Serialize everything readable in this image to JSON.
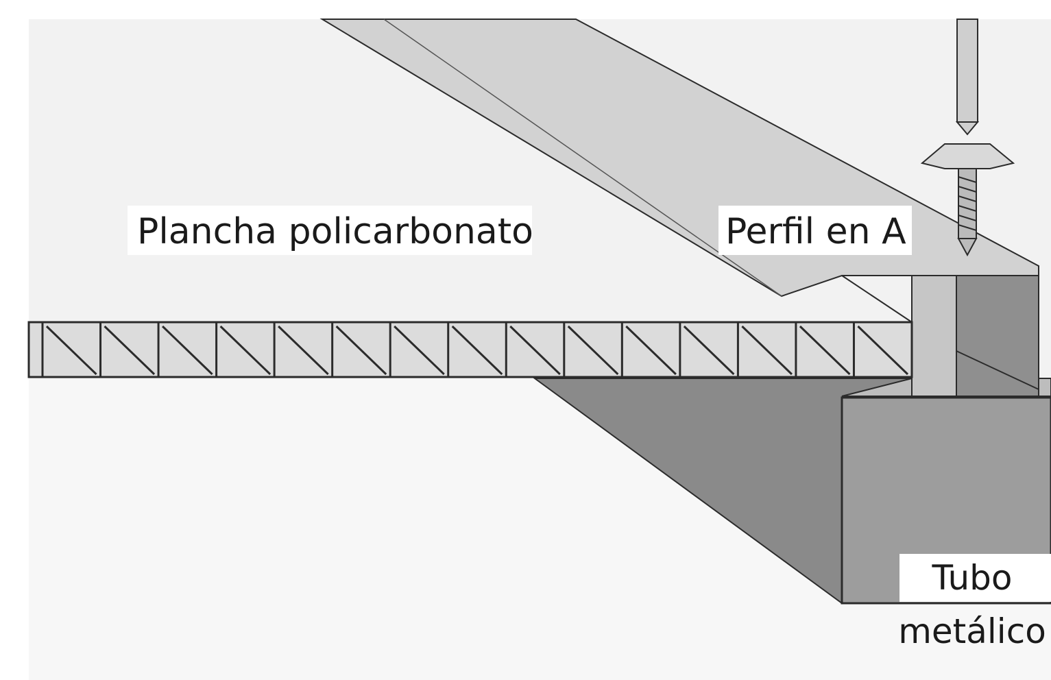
{
  "labels": {
    "sheet": "Plancha policarbonato",
    "profile": "Perfil en A",
    "tube_line1": "Tubo",
    "tube_line2": "metálico"
  },
  "colors": {
    "background_panel": "#f2f2f2",
    "sheet_fill": "#dcdcdc",
    "profile_fill": "#d2d2d2",
    "tube_front": "#9d9d9d",
    "tube_side": "#7e7e7e",
    "tube_top": "#bdbdbd",
    "outline": "#2b2b2b"
  },
  "diagram": {
    "sheet_cells": 15
  }
}
